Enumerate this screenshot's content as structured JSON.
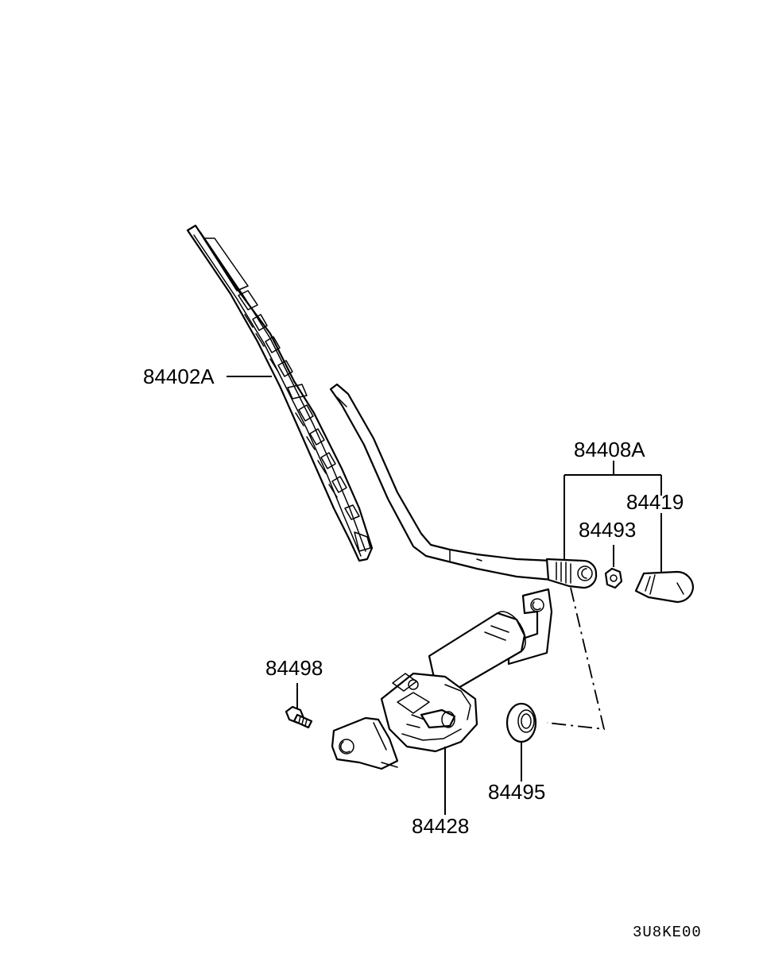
{
  "parts": {
    "wiper_blade": "84402A",
    "wiper_arm_assembly": "84408A",
    "arm_cap": "84419",
    "nut": "84493",
    "bolt": "84498",
    "grommet": "84495",
    "wiper_motor": "84428"
  },
  "diagram_code": "3U8KE00",
  "colors": {
    "line": "#000000",
    "background": "#ffffff"
  }
}
